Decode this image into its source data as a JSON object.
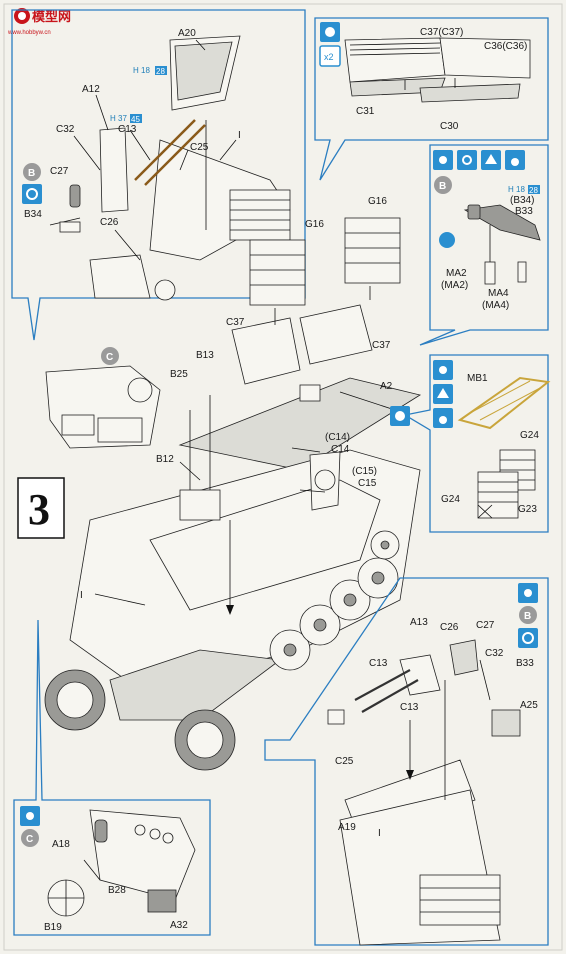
{
  "brand": {
    "main": "模型网",
    "sub": "www.hobbyw.cn"
  },
  "step_number": "3",
  "top_left": {
    "labels": {
      "a20": "A20",
      "a12": "A12",
      "h18": "H 18",
      "h18_num": "28",
      "h37": "H 37",
      "h37_num": "45",
      "c13": "C13",
      "c32": "C32",
      "c25": "C25",
      "i": "I",
      "c27": "C27",
      "b34": "B34",
      "c26": "C26"
    },
    "badge_letter": "B"
  },
  "top_right": {
    "labels": {
      "c37": "C37(C37)",
      "c36": "C36(C36)",
      "c31": "C31",
      "c30": "C30"
    },
    "icon_x2": "x2"
  },
  "right_mid": {
    "labels": {
      "h18": "H 18",
      "h18_num": "28",
      "b34": "(B34)",
      "b33": "B33",
      "ma2": "MA2",
      "ma2p": "(MA2)",
      "ma4": "MA4",
      "ma4p": "(MA4)"
    },
    "badge_letter": "B"
  },
  "center": {
    "labels": {
      "g16a": "G16",
      "g16b": "G16",
      "c37a": "C37",
      "c37b": "C37",
      "a2": "A2",
      "b13": "B13",
      "b25": "B25",
      "b12": "B12",
      "c14p": "(C14)",
      "c14": "C14",
      "c15p": "(C15)",
      "c15": "C15",
      "i": "I"
    },
    "badge_letter": "C"
  },
  "right_box": {
    "labels": {
      "mb1": "MB1",
      "g24a": "G24",
      "g24b": "G24",
      "g23": "G23"
    }
  },
  "bottom_left": {
    "labels": {
      "a18": "A18",
      "b28": "B28",
      "b19": "B19",
      "a32": "A32"
    },
    "badge_letter": "C"
  },
  "bottom_right": {
    "labels": {
      "a13": "A13",
      "c26": "C26",
      "c27": "C27",
      "c13a": "C13",
      "c13b": "C13",
      "c32": "C32",
      "b33": "B33",
      "a25": "A25",
      "c25": "C25",
      "a19": "A19",
      "i": "I"
    },
    "badge_letter": "B"
  },
  "colors": {
    "callout": "#2b7ec1",
    "badge_gray": "#9a9a9a",
    "icon_blue": "#2a8fd0"
  }
}
